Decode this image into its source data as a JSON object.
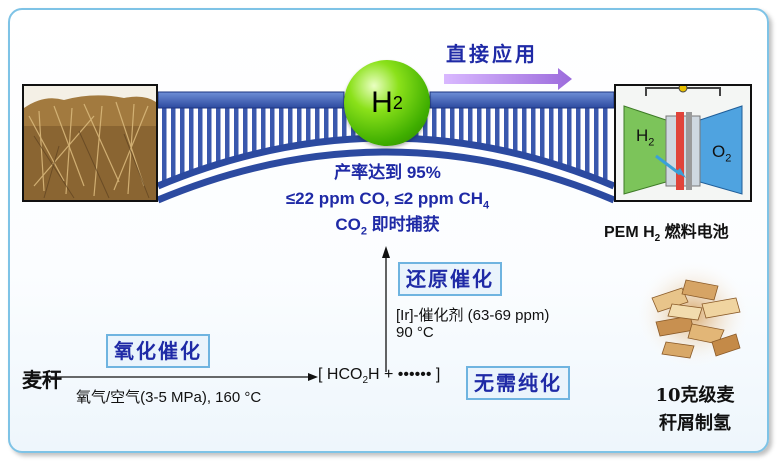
{
  "bridge": {
    "h2_main": "H",
    "h2_sub": "2",
    "direct_use": "直接应用",
    "yield_line": "产率达到 95%",
    "impurity_line_a": "≤22 ppm CO, ≤2 ppm CH",
    "impurity_line_a_sub": "4",
    "capture_line_pre": "CO",
    "capture_line_sub": "2",
    "capture_line_post": " 即时捕获"
  },
  "fuel_cell": {
    "label_pre": "PEM H",
    "label_sub": "2",
    "label_post": " 燃料电池",
    "h2_label": "H",
    "h2_label_sub": "2",
    "o2_label": "O",
    "o2_label_sub": "2"
  },
  "reaction": {
    "start": "麦秆",
    "step1_label": "氧化催化",
    "step1_cond": "氧气/空气(3-5 MPa), 160 °C",
    "intermediate_pre": "[ HCO",
    "intermediate_sub": "2",
    "intermediate_post": "H + •••••• ]",
    "step2_label": "还原催化",
    "step2_cond_a": "[Ir]-催化剂 (63-69 ppm)",
    "step2_cond_b": "90 °C",
    "no_purify": "无需纯化"
  },
  "scale": {
    "line1": "10克级麦",
    "line2": "秆屑制氢"
  },
  "colors": {
    "bridge_blue": "#3f5fb8",
    "label_blue": "#1f2aa6",
    "box_border": "#6fb4e0",
    "arrow_purple": "#b889e8",
    "ball_green": "#52c400"
  }
}
